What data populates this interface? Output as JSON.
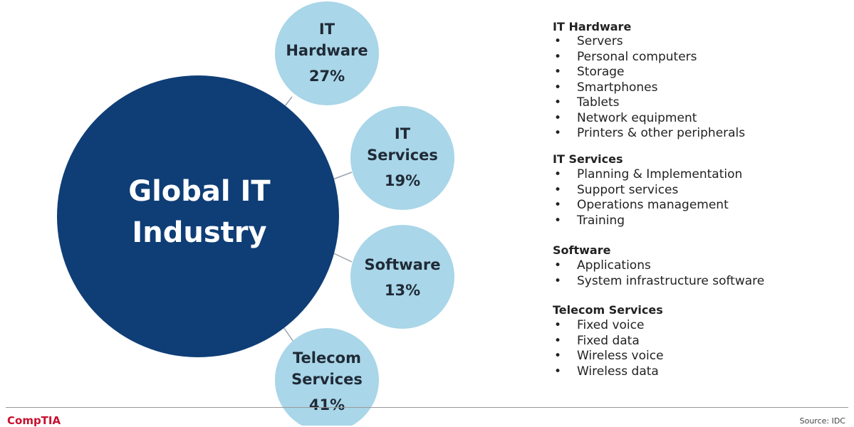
{
  "diagram": {
    "hub": {
      "line1": "Global IT",
      "line2": "Industry"
    },
    "segments": [
      {
        "label": "IT Hardware",
        "line1": "IT",
        "line2": "Hardware",
        "pct": "27%"
      },
      {
        "label": "IT Services",
        "line1": "IT",
        "line2": "Services",
        "pct": "19%"
      },
      {
        "label": "Software",
        "line1": "Software",
        "line2": "",
        "pct": "13%"
      },
      {
        "label": "Telecom Services",
        "line1": "Telecom",
        "line2": "Services",
        "pct": "41%"
      }
    ],
    "colors": {
      "hub": "#0f3e76",
      "satellite": "#a9d6e8",
      "connector": "#9aa3ad"
    }
  },
  "categories": [
    {
      "title": "IT Hardware",
      "items": [
        "Servers",
        "Personal computers",
        "Storage",
        "Smartphones",
        "Tablets",
        "Network equipment",
        "Printers & other peripherals"
      ]
    },
    {
      "title": "IT Services",
      "items": [
        "Planning & Implementation",
        "Support services",
        "Operations management",
        "Training"
      ]
    },
    {
      "title": "Software",
      "items": [
        "Applications",
        "System infrastructure software"
      ]
    },
    {
      "title": "Telecom Services",
      "items": [
        "Fixed voice",
        "Fixed data",
        "Wireless voice",
        "Wireless data"
      ]
    }
  ],
  "footer": {
    "brand": "CompTIA",
    "source": "Source: IDC"
  }
}
